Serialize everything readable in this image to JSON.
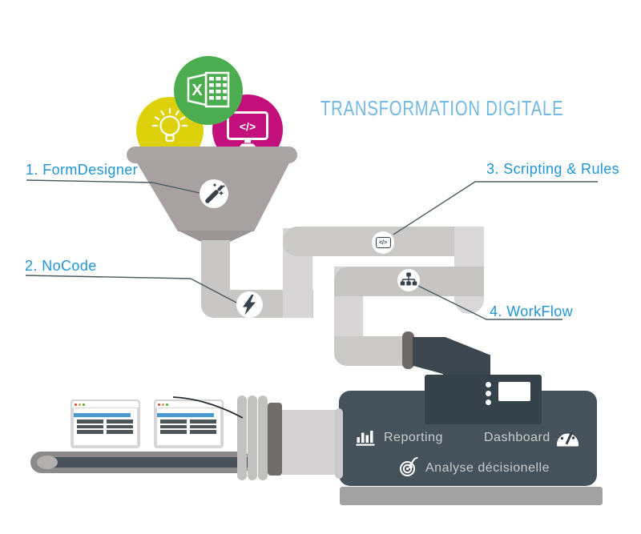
{
  "title": "TRANSFORMATION DIGITALE",
  "steps": {
    "step1": "1. FormDesigner",
    "step2": "2. NoCode",
    "step3": "3. Scripting & Rules",
    "step4": "4. WorkFlow"
  },
  "machine": {
    "reporting_label": "Reporting",
    "dashboard_label": "Dashboard",
    "analysis_label": "Analyse décisionelle"
  },
  "glyphs": {
    "code": "</>",
    "excel_letter": "X"
  },
  "icons": {
    "lightbulb-icon": "outlined bulb with rays (idea)",
    "excel-icon": "Excel spreadsheet logo",
    "code-monitor-icon": "monitor with </> glyph",
    "magic-wand-icon": "wand with sparkles",
    "lightning-icon": "lightning bolt",
    "code-window-icon": "</> in rounded frame",
    "sitemap-icon": "workflow hierarchy squares",
    "bar-chart-icon": "vertical bars",
    "gauge-icon": "speedometer dome",
    "target-icon": "bullseye with arrow"
  },
  "colors": {
    "label_blue": "#2096d5",
    "title_blue": "#73b8e3",
    "idea_yellow": "#ddd10b",
    "excel_green": "#4cad50",
    "code_magenta": "#c30f7b",
    "machine_slate": "#46525a",
    "panel_slate": "#36424a",
    "pipe_gray": "#cbc8c8",
    "funnel_gray": "#a8a1a1",
    "browser_bar_blue": "#4a9ad2"
  }
}
